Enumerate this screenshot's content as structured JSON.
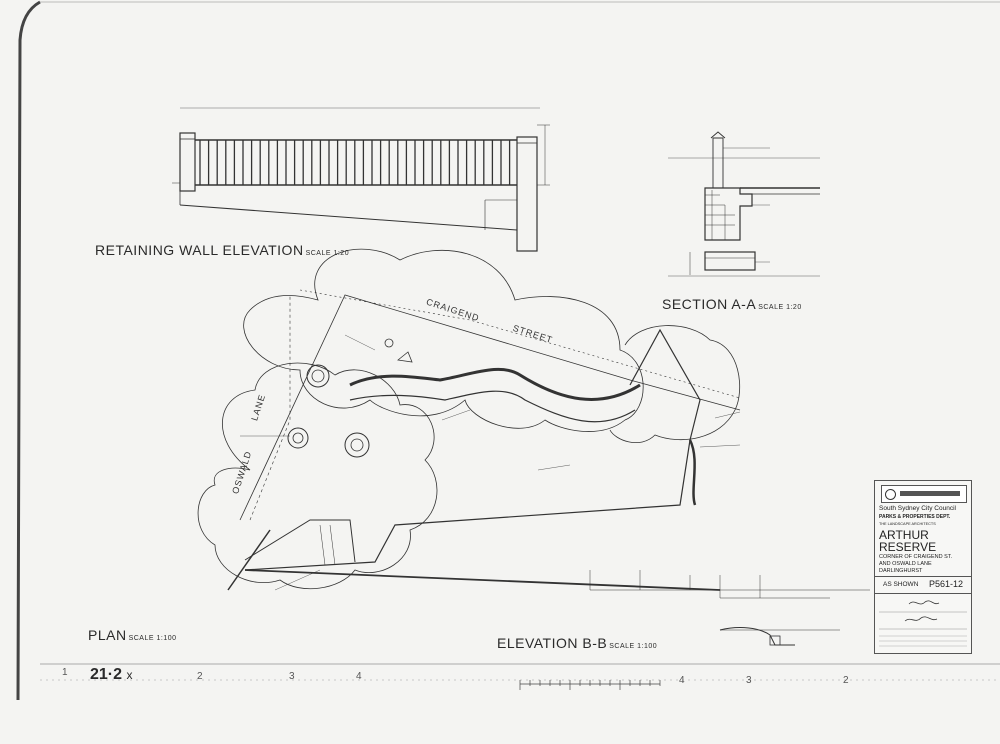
{
  "drawing": {
    "retaining_wall_title": "RETAINING WALL ELEVATION",
    "retaining_wall_scale": "SCALE 1:20",
    "section_title": "SECTION A-A",
    "section_scale": "SCALE 1:20",
    "plan_title": "PLAN",
    "plan_scale": "SCALE 1:100",
    "elevation_title": "ELEVATION B-B",
    "elevation_scale": "SCALE 1:100",
    "street_craigend_1": "CRAIGEND",
    "street_craigend_2": "STREET",
    "street_oswald": "OSWALD",
    "street_lane": "LANE"
  },
  "title_block": {
    "council": "South Sydney City Council",
    "dept": "PARKS & PROPERTIES DEPT.",
    "project_line": "THE LANDSCAPE ARCHITECTS",
    "name_1": "ARTHUR",
    "name_2": "RESERVE",
    "addr_1": "CORNER OF CRAIGEND ST.",
    "addr_2": "AND OSWALD LANE",
    "addr_3": "DARLINGHURST",
    "scale_value": "AS SHOWN",
    "drawing_no": "P561-12"
  },
  "margin": {
    "sheet_ref": "21·2",
    "sheet_ref_suffix": "x",
    "ticks": [
      "1",
      "2",
      "3",
      "4",
      "4",
      "3",
      "2"
    ]
  }
}
